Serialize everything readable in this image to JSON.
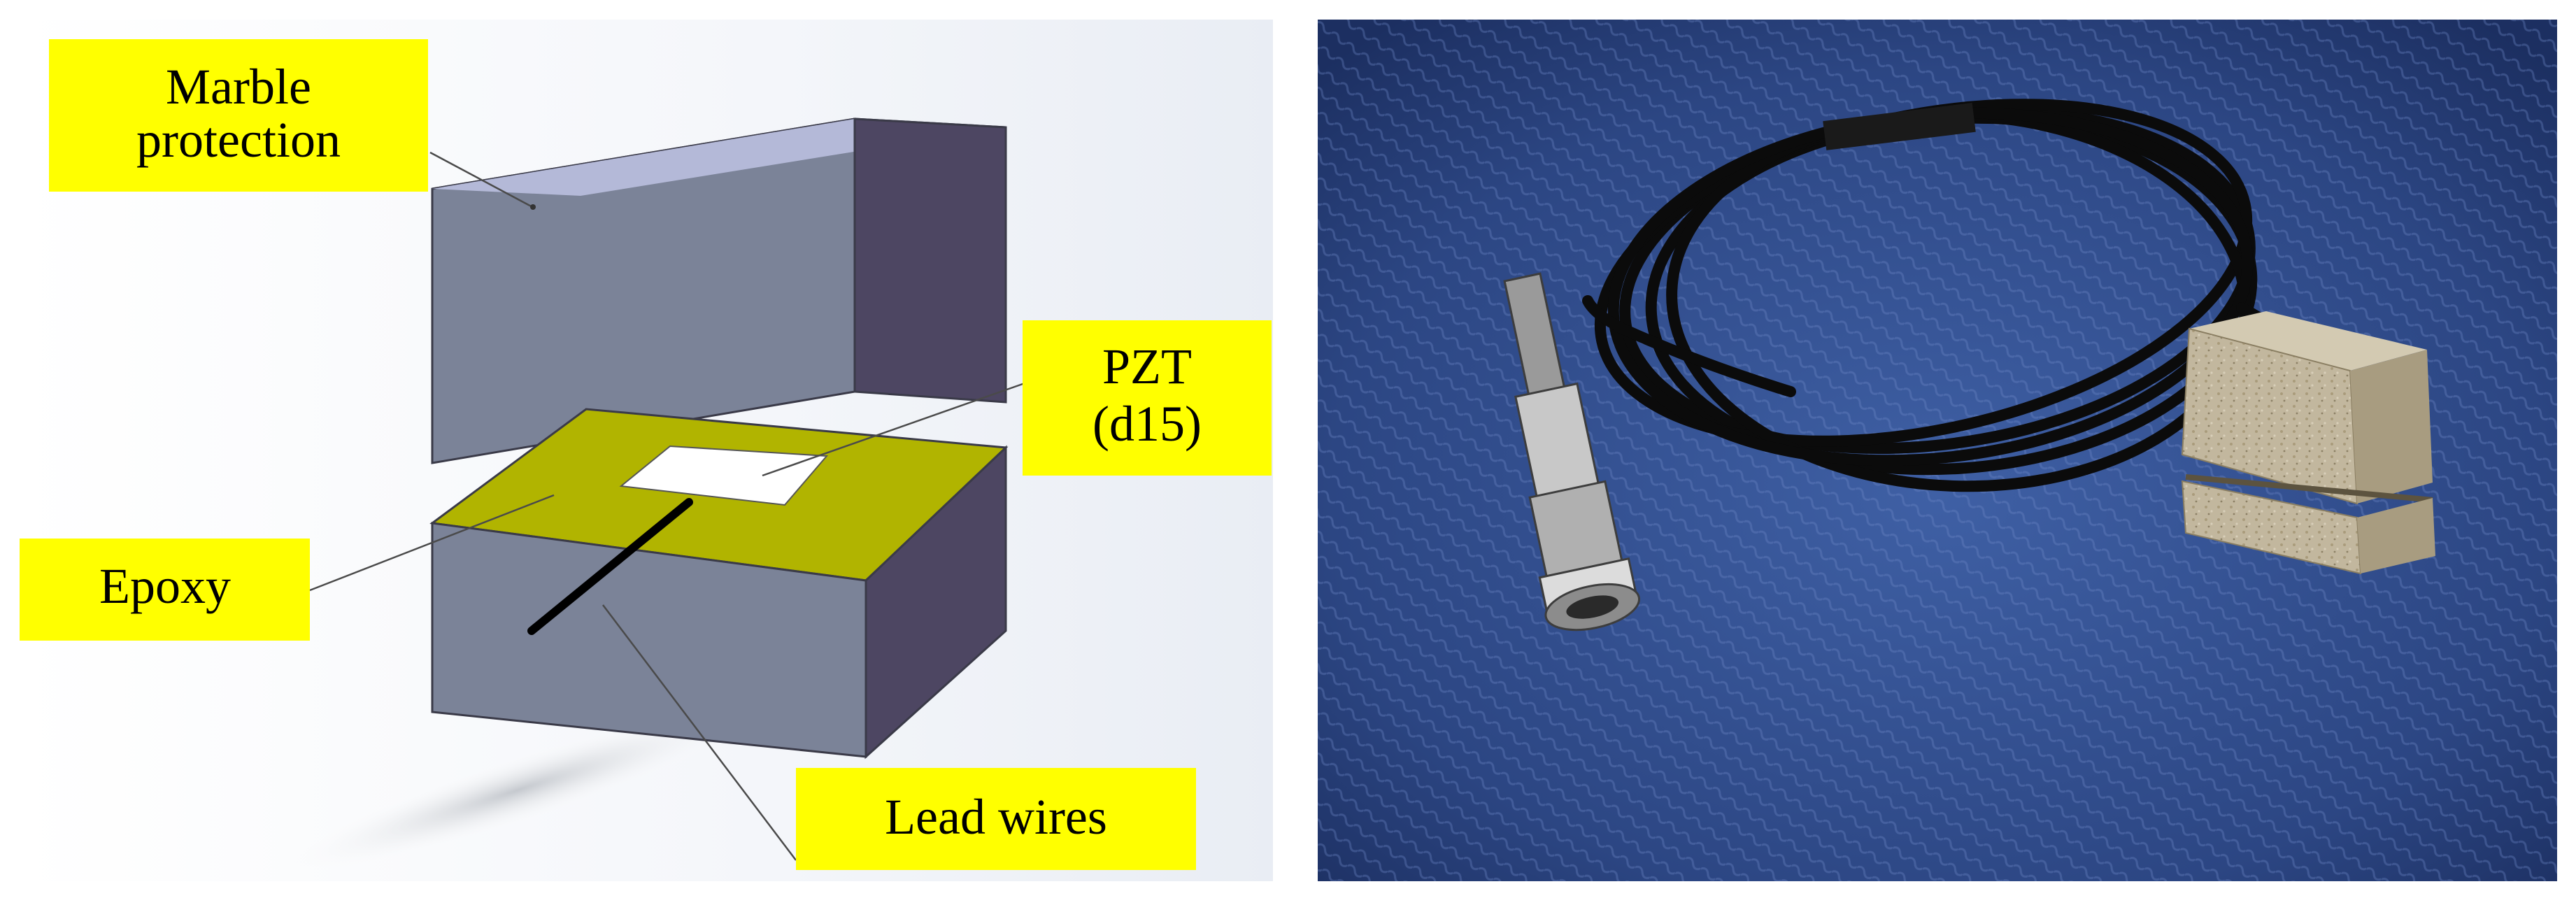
{
  "labels": {
    "marble_line1": "Marble",
    "marble_line2": "protection",
    "pzt_line1": "PZT",
    "pzt_line2": "(d15)",
    "epoxy": "Epoxy",
    "lead_wires": "Lead wires"
  },
  "colors": {
    "label_fill": "#ffff00",
    "block_top": "#b4b9d8",
    "block_front": "#7b8398",
    "block_side": "#4d4662",
    "epoxy": "#b1b400",
    "pzt_plate": "#ffffff",
    "photo_background": "#2d4a88",
    "cable": "#0b0b0b",
    "sensor_stone": "#bfb49a"
  },
  "photo": {
    "description_icon": "sensor-photo"
  }
}
